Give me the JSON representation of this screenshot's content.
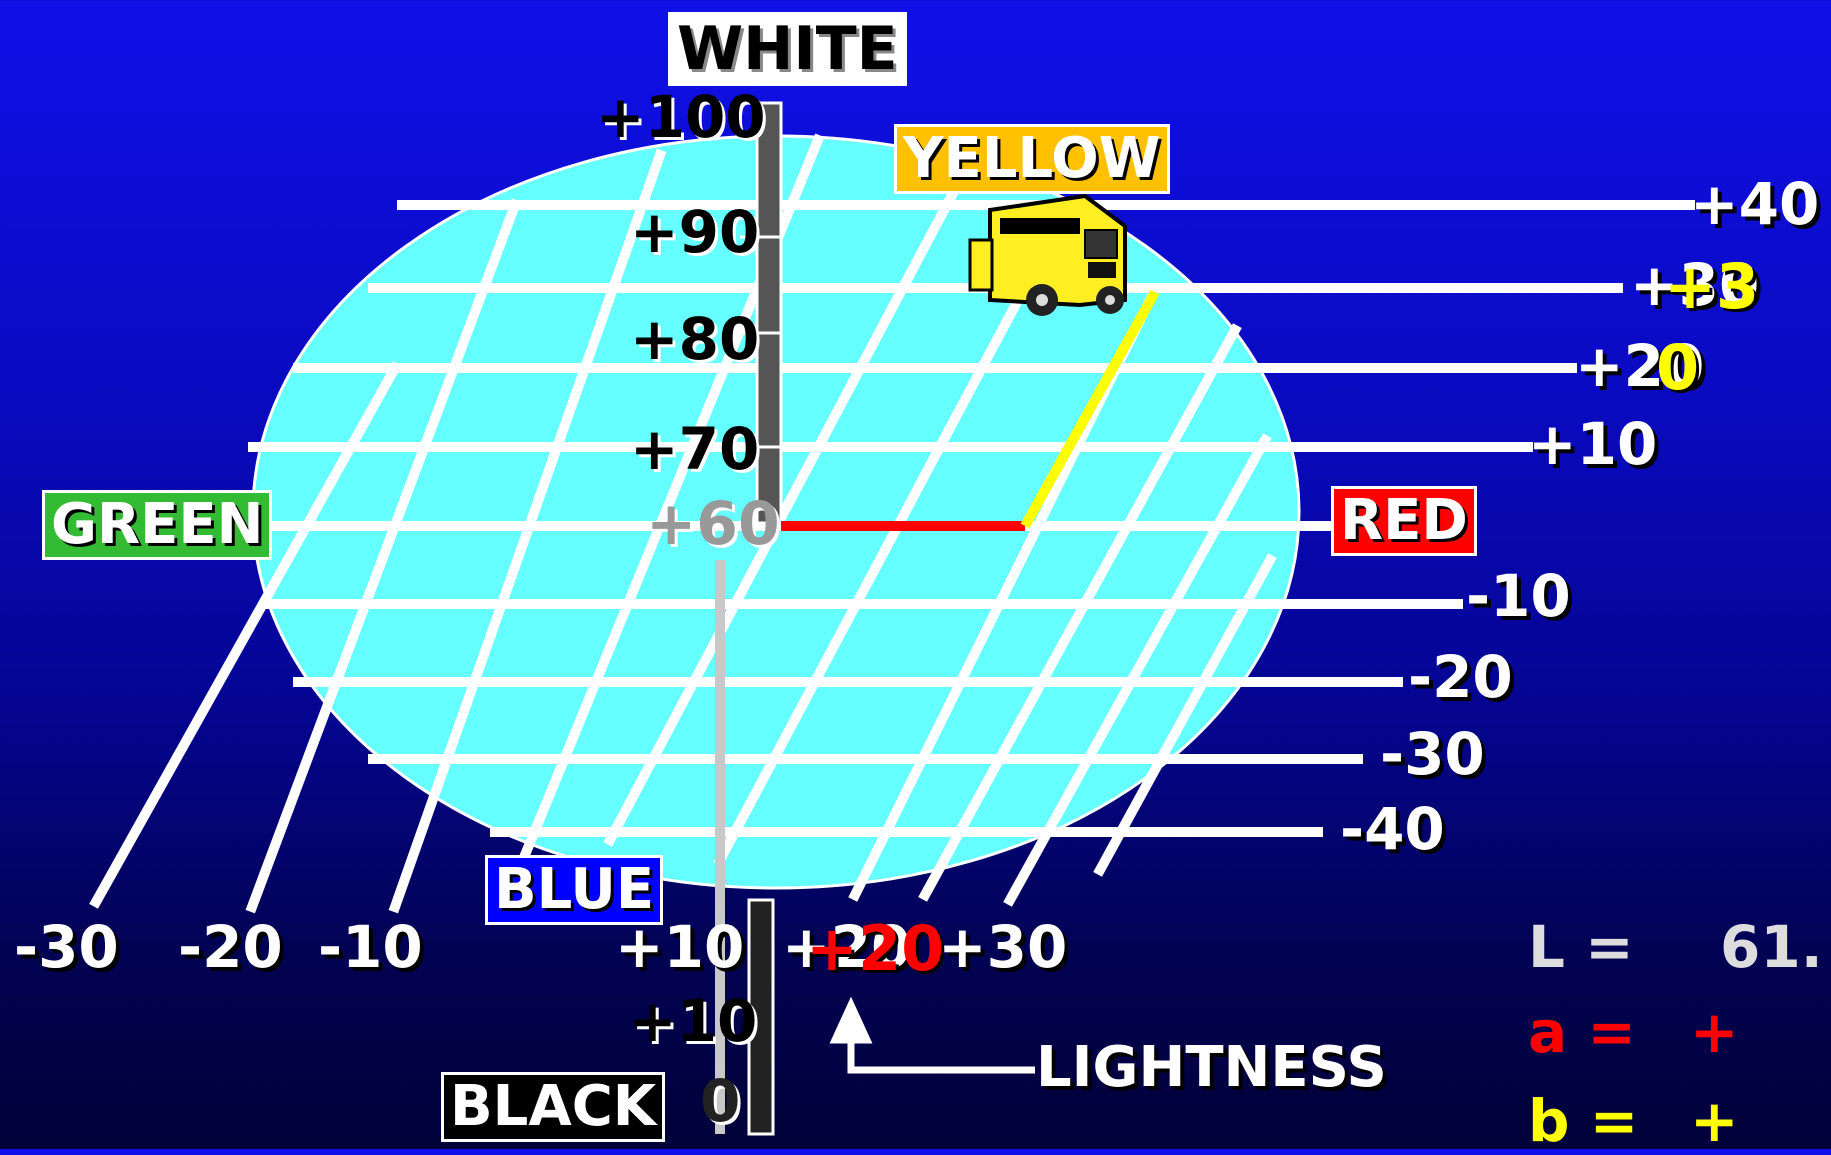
{
  "labels": {
    "white": "WHITE",
    "yellow": "YELLOW",
    "green": "GREEN",
    "red": "RED",
    "blue": "BLUE",
    "black": "BLACK",
    "lightness": "LIGHTNESS"
  },
  "lightness_scale": [
    "+100",
    "+90",
    "+80",
    "+70",
    "+60",
    "+10",
    "0"
  ],
  "b_scale": [
    "+40",
    "+30",
    "+20",
    "+10",
    "-10",
    "-20",
    "-30",
    "-40"
  ],
  "a_scale": [
    "-30",
    "-20",
    "-10",
    "+10",
    "+20",
    "+30"
  ],
  "overlay_values": {
    "b_marker_top": "+3",
    "b_marker_bottom": "0",
    "a_marker": "+20"
  },
  "readout": {
    "L_label": "L =",
    "L_value": "61.",
    "a_label": "a =",
    "a_value": "+",
    "b_label": "b =",
    "b_value": "+"
  },
  "icons": {
    "vehicle": "school-bus-icon",
    "arrow": "up-arrow-icon"
  },
  "colors": {
    "plane": "#66ffff",
    "yellow_box": "#ffc000",
    "green_box": "#33bb33",
    "red_box": "#ff0000",
    "blue_box": "#0000ff",
    "a_axis_vector": "#ff0000",
    "b_axis_vector": "#ffff00"
  }
}
